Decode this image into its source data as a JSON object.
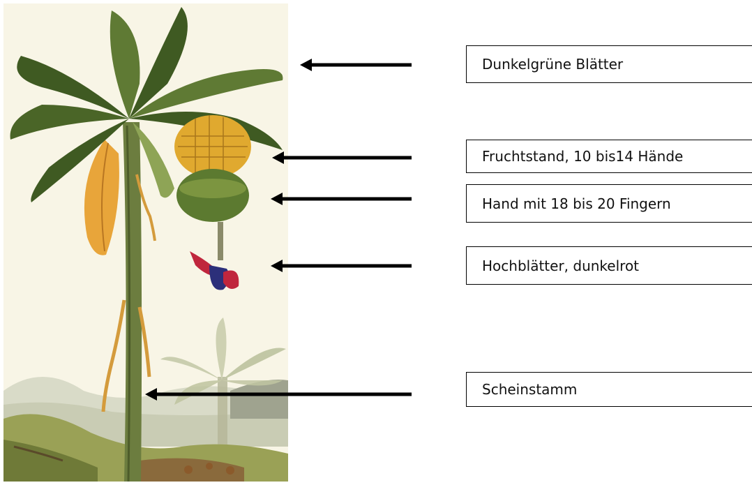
{
  "labels": [
    {
      "id": "leaves",
      "text": "Dunkelgrüne Blätter"
    },
    {
      "id": "fruit-stand",
      "text": "Fruchtstand, 10 bis14 Hände"
    },
    {
      "id": "hand",
      "text": "Hand mit 18 bis 20 Fingern"
    },
    {
      "id": "bracts",
      "text": "Hochblätter, dunkelrot"
    },
    {
      "id": "pseudostem",
      "text": "Scheinstamm"
    }
  ],
  "colors": {
    "leaf_dark": "#3f5a22",
    "leaf_mid": "#5f7a34",
    "leaf_light": "#8ea456",
    "fruit": "#e0a92f",
    "dried_leaf": "#e8a53a",
    "bract_red": "#c0263d",
    "bract_blue": "#2c2f7a",
    "stem": "#6c7d3f",
    "background_paper": "#f8f5e6",
    "ground": "#9aa156"
  }
}
